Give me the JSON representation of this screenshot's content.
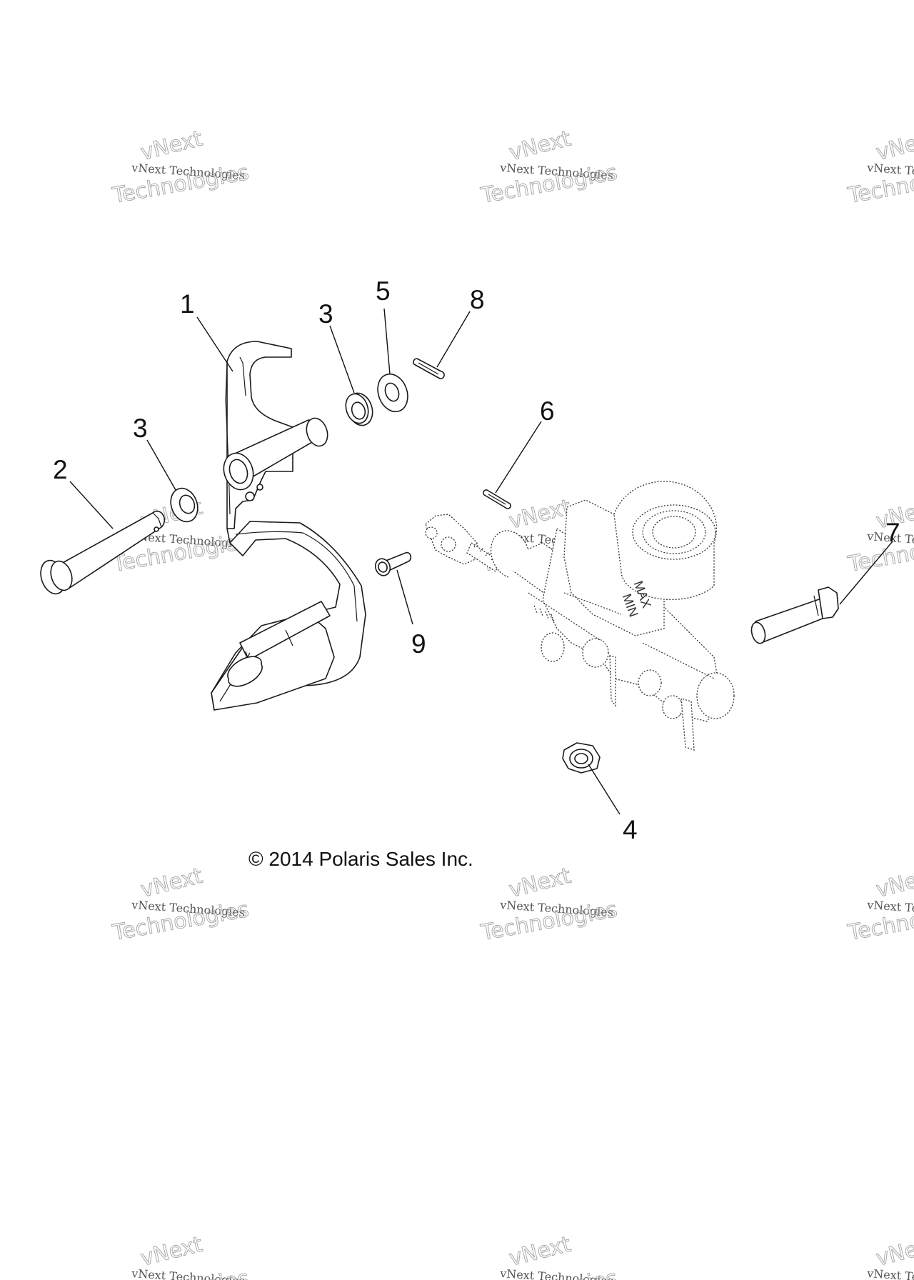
{
  "diagram": {
    "callouts": [
      "1",
      "2",
      "3",
      "3",
      "4",
      "5",
      "6",
      "7",
      "8",
      "9"
    ],
    "copyright": "© 2014 Polaris Sales Inc.",
    "reservoir_labels": {
      "max": "MAX",
      "min": "MIN"
    }
  },
  "watermark": {
    "line1": "vNext",
    "line2": "vNext Technologies",
    "line3": "Technologies"
  }
}
